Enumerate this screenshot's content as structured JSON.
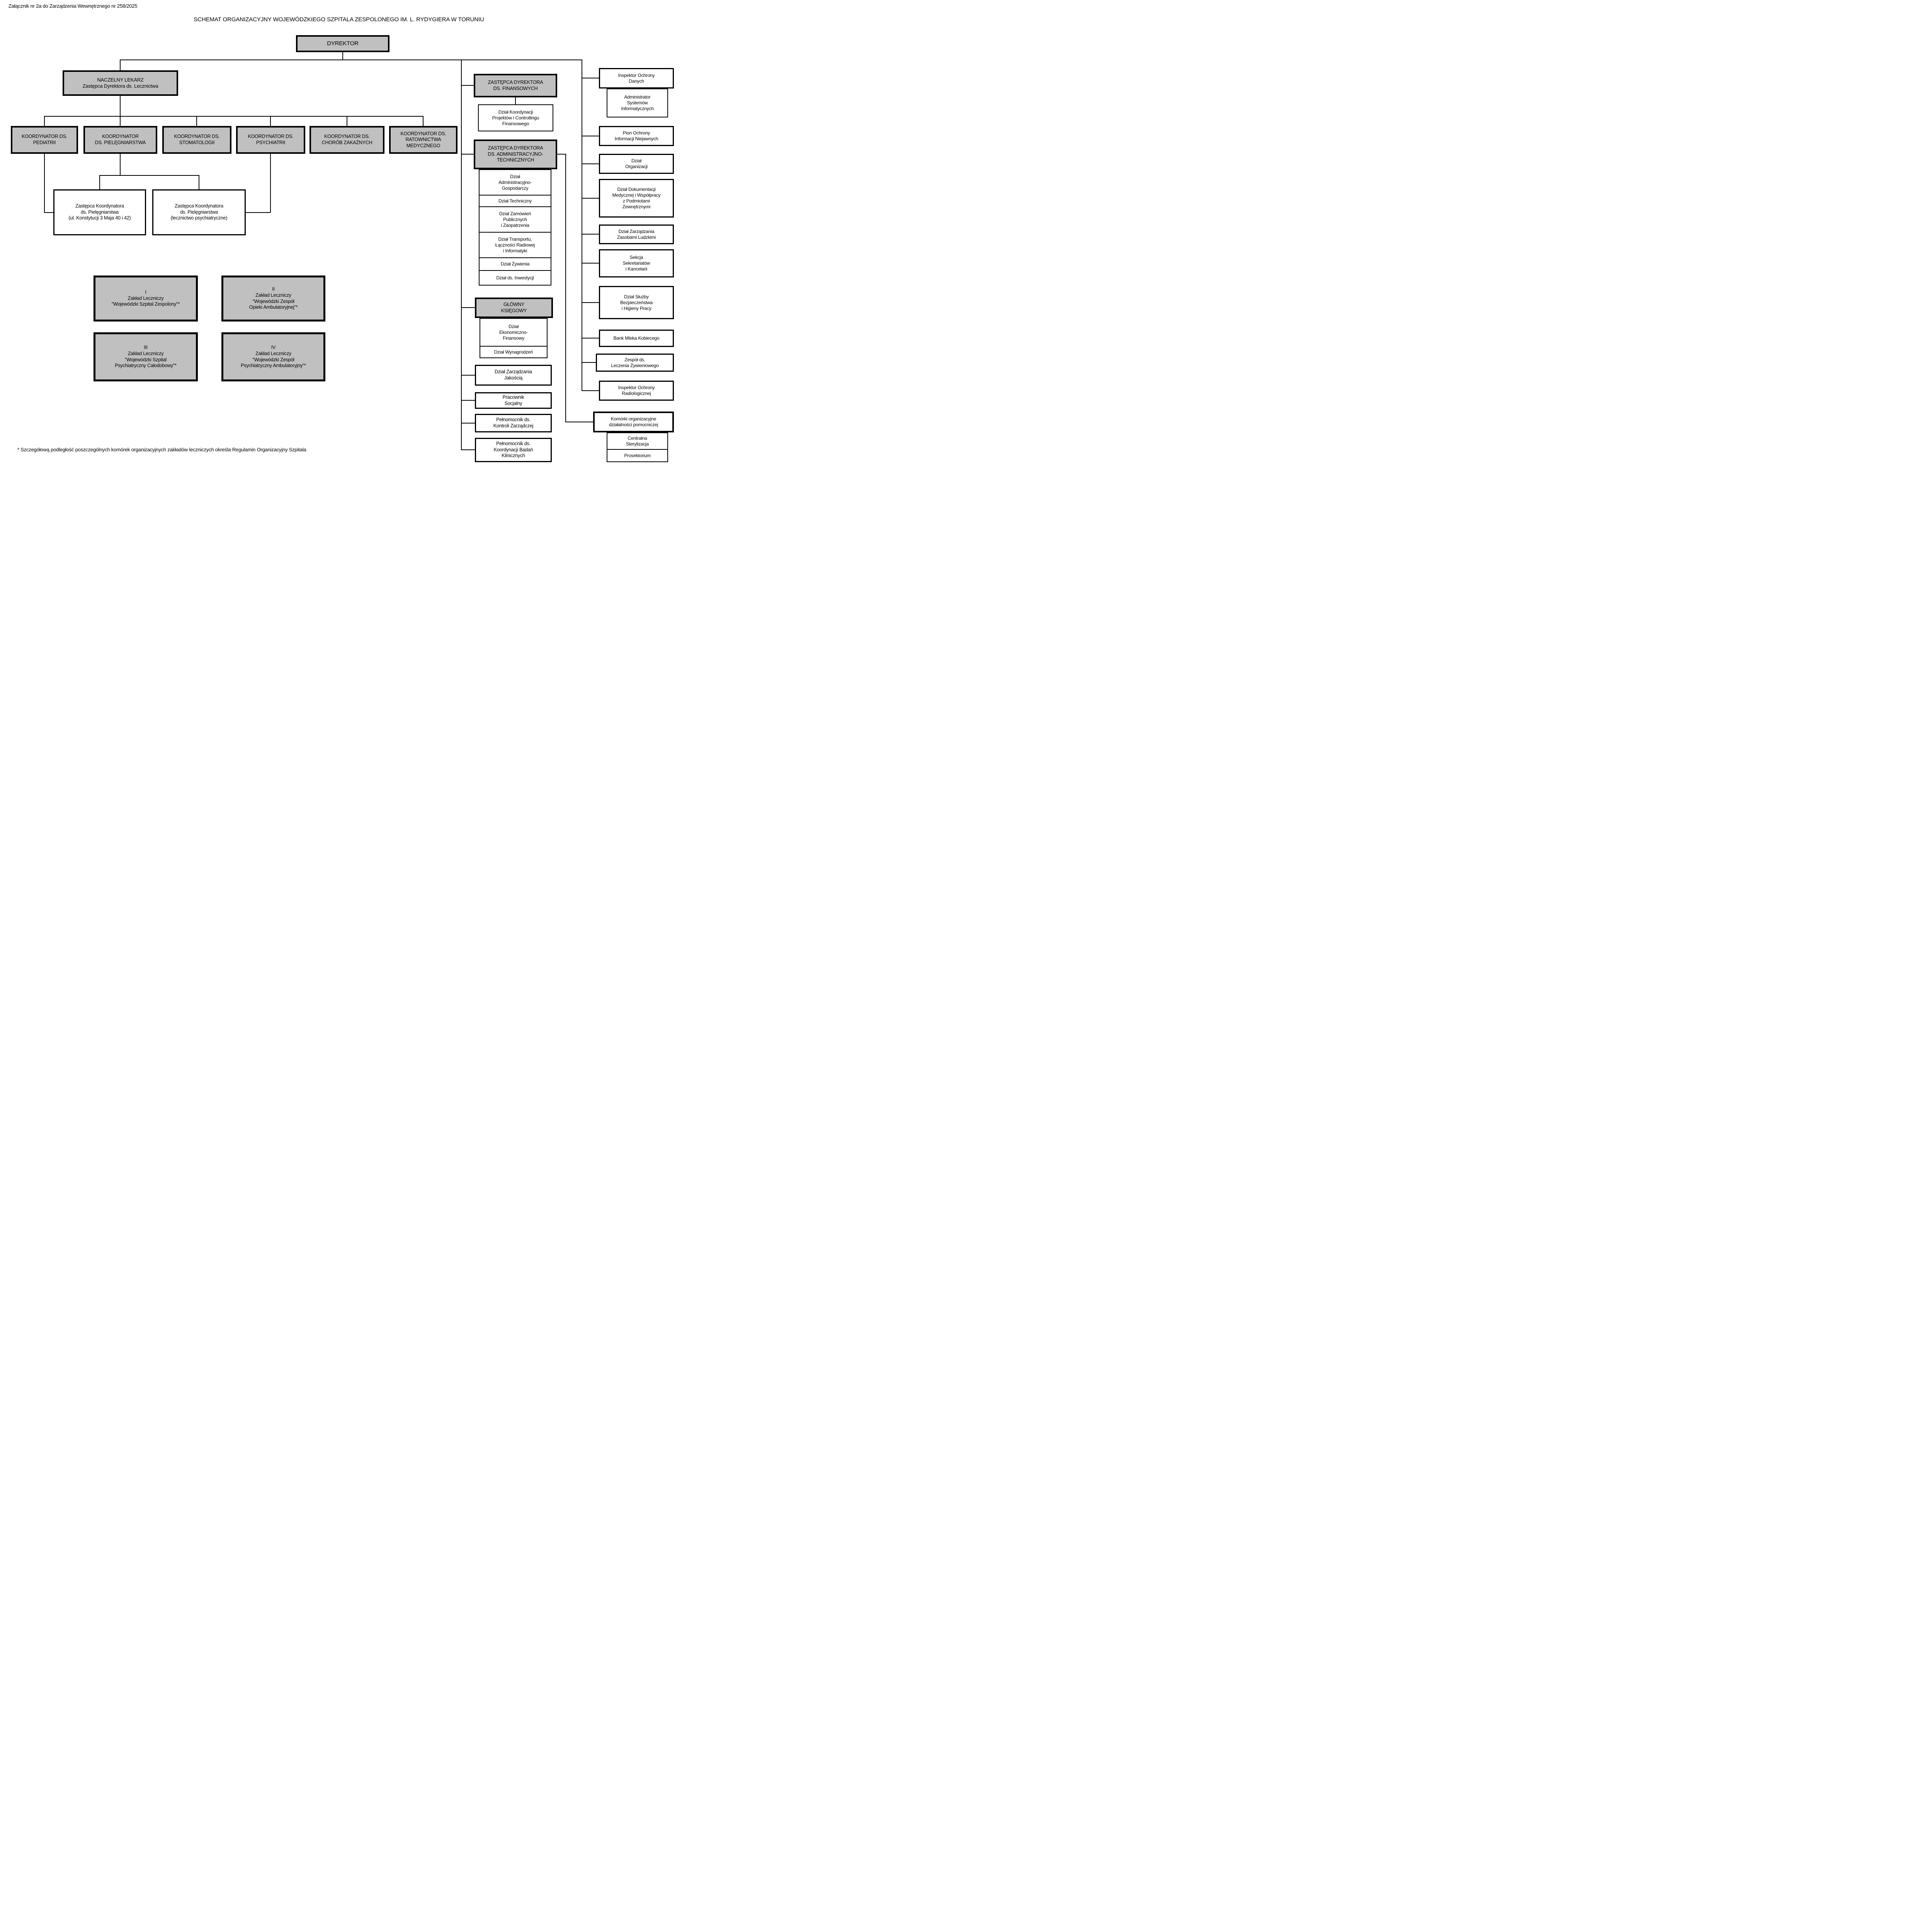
{
  "page": {
    "attachment_note": "Załącznik nr 2a do Zarządzenia Wewnętrznego nr 258/2025",
    "title": "SCHEMAT ORGANIZACYJNY WOJEWÓDZKIEGO SZPITALA ZESPOLONEGO IM. L. RYDYGIERA W TORUNIU",
    "footnote": "* Szczegółową podległość poszczególnych komórek organizacyjnych zakładów leczniczych określa Regulamin Organizacyjny Szpitala"
  },
  "colors": {
    "box_fill_gray": "#c0c0c0",
    "box_fill_white": "#ffffff",
    "line_black": "#000000"
  },
  "director": {
    "label": "DYREKTOR"
  },
  "chief_physician": {
    "label": "NACZELNY LEKARZ\nZastępca Dyrektora ds. Lecznictwa"
  },
  "coordinators": {
    "pediatrics": "KOORDYNATOR DS.\nPEDIATRII",
    "nursing": "KOORDYNATOR\nDS. PIELĘGNIARSTWA",
    "dentistry": "KOORDYNATOR DS.\nSTOMATOLOGII",
    "psychiatry": "KOORDYNATOR DS.\nPSYCHIATRII",
    "infectious_diseases": "KOORDYNATOR DS.\nCHORÓB ZAKAŹNYCH",
    "emergency_medicine": "KOORDYNATOR DS.\nRATOWNICTWA\nMEDYCZNEGO"
  },
  "deputy_nursing_coordinators": {
    "konstytucji": "Zastępca Koordynatora\nds. Pielęgniarstwa\n(ul. Konstytucji 3 Maja 40 i 42)",
    "psychiatric_care": "Zastępca Koordynatora\nds. Pielęgniarstwa\n(lecznictwo psychiatryczne)"
  },
  "medical_facilities": {
    "zaklad_1": "I\nZakład Leczniczy\n\"Wojewódzki Szpital Zespolony\"*",
    "zaklad_2": "II\nZakład Leczniczy\n\"Wojewódzki Zespół\nOpieki Ambulatoryjnej\"*",
    "zaklad_3": "III\nZakład Leczniczy\n\"Wojewódzki Szpital\nPsychiatryczny Całodobowy\"*",
    "zaklad_4": "IV\nZakład Leczniczy\n\"Wojewódzki Zespół\nPsychiatryczny Ambulatoryjny\"*"
  },
  "finance_deputy": {
    "head": "ZASTĘPCA DYREKTORA\nDS. FINANSOWYCH",
    "unit_projects_controlling": "Dział Koordynacji\nProjektów i Controllingu\nFinansowego"
  },
  "admin_deputy": {
    "head": "ZASTĘPCA DYREKTORA\nDS. ADMINISTRACYJNO-\nTECHNICZNYCH",
    "units": {
      "administrative_economic": "Dział\nAdministracyjno-\nGospodarczy",
      "technical": "Dział Techniczny",
      "procurement_supply": "Dział Zamówień\nPublicznych\ni Zaopatrzenia",
      "transport_radio_it": "Dział Transportu,\nŁączności Radiowej\ni Informatyki",
      "nutrition": "Dział Żywienia",
      "investments": "Dział ds. Inwestycji"
    }
  },
  "chief_accountant": {
    "head": "GŁÓWNY\nKSIĘGOWY",
    "units": {
      "economic_financial": "Dział\nEkonomiczno-\nFinansowy",
      "payroll": "Dział Wynagrodzeń"
    }
  },
  "staff_units": {
    "quality_management": "Dział Zarządzania\nJakością",
    "social_worker": "Pracownik\nSocjalny",
    "management_control": "Pełnomocnik ds.\nKontroli Zarządczej",
    "clinical_trials": "Pełnomocnik ds.\nKoordynacji Badań\nKlinicznych"
  },
  "right_column": {
    "data_protection_officer": "Inspektor Ochrony\nDanych",
    "it_systems_admin": "Administrator\nSystemów\nInformatycznych",
    "classified_info": "Pion Ochrony\nInformacji Niejawnych",
    "organization": "Dział\nOrganizacji",
    "medical_documentation": "Dział Dokumentacji\nMedycznej i Współpracy\nz Podmiotami\nZewnętrznymi",
    "hr": "Dział Zarządzania\nZasobami Ludzkimi",
    "secretariats": "Sekcja\nSekretariatów\ni Kancelarii",
    "osh": "Dział Służby\nBezpieczeństwa\ni Higieny Pracy",
    "milk_bank": "Bank Mleka Kobiecego",
    "nutritional_treatment": "Zespół ds.\nLeczenia Żywieniowego",
    "radiological_protection": "Inspektor Ochrony\nRadiologicznej",
    "auxiliary_units": "Komórki organizacyjne\ndziałalności pomocniczej",
    "central_sterilization": "Centralna\nSterylizacja",
    "prosectorium": "Prosektorium"
  }
}
